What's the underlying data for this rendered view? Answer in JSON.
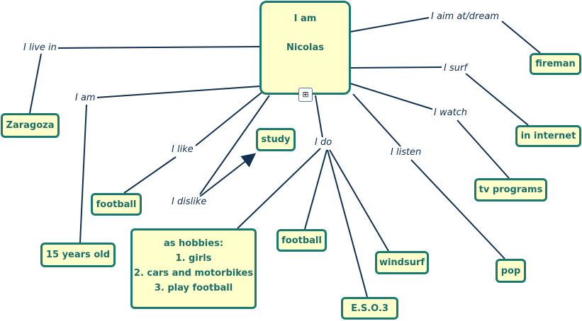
{
  "center": {
    "line1": "I am",
    "line2": "Nicolas"
  },
  "nodes": {
    "zaragoza": "Zaragoza",
    "age": "15 years old",
    "football_like": "football",
    "study": "study",
    "hobbies": [
      "as hobbies:",
      "1. girls",
      "2. cars and motorbikes",
      "3. play football"
    ],
    "football_do": "football",
    "eso": "E.S.O.3",
    "windsurf": "windsurf",
    "pop": "pop",
    "tv": "tv programs",
    "internet": "in internet",
    "fireman": "fireman"
  },
  "links": {
    "live": "I live in",
    "am": "I am",
    "like": "I like",
    "dislike": "I dislike",
    "do": "I do",
    "listen": "I listen",
    "watch": "I watch",
    "surf": "I surf",
    "aim": "I aim at/dream"
  },
  "colors": {
    "line": "#123050",
    "node_fill": "#ffffcc",
    "node_border": "#1a7a70"
  }
}
